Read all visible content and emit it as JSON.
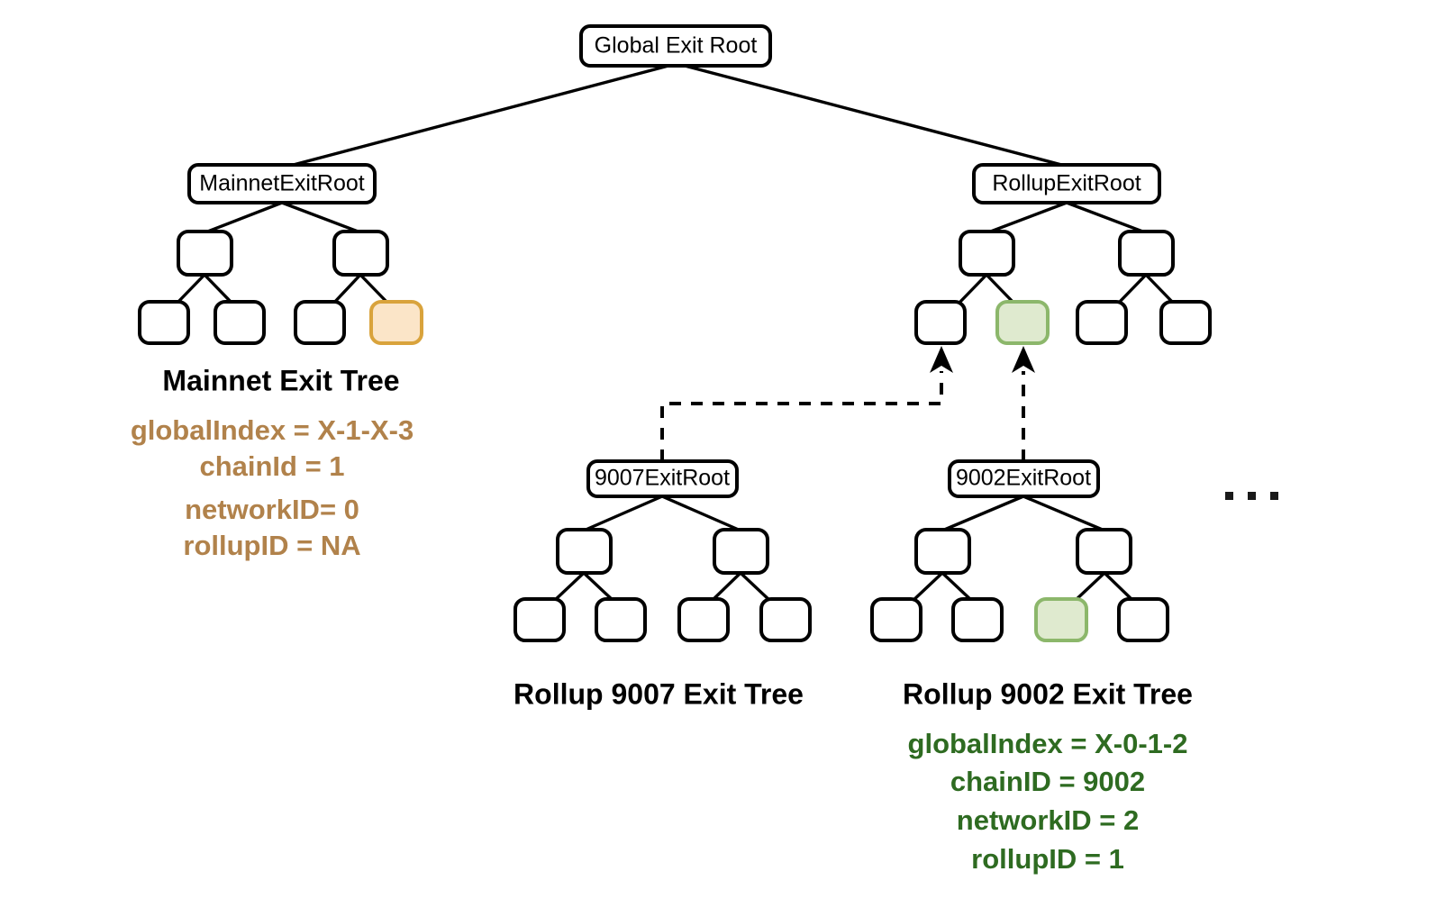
{
  "diagram": {
    "title_nodes": {
      "global_exit_root": "Global Exit Root",
      "mainnet_exit_root": "MainnetExitRoot",
      "rollup_exit_root": "RollupExitRoot",
      "rollup_9007_exit_root": "9007ExitRoot",
      "rollup_9002_exit_root": "9002ExitRoot"
    },
    "tree_titles": {
      "mainnet": "Mainnet Exit Tree",
      "rollup_9007": "Rollup 9007 Exit Tree",
      "rollup_9002": "Rollup 9002 Exit Tree"
    },
    "mainnet_meta": {
      "line1": "globalIndex = X-1-X-3",
      "line2": "chainId = 1",
      "line3": "networkID= 0",
      "line4": "rollupID = NA"
    },
    "rollup_9002_meta": {
      "line1": "globalIndex = X-0-1-2",
      "line2": "chainID = 9002",
      "line3": "networkID = 2",
      "line4": "rollupID = 1"
    },
    "ellipsis": "· · ·",
    "colors": {
      "highlight_orange_fill": "#fbe5c8",
      "highlight_orange_stroke": "#d9a33c",
      "highlight_green_fill": "#dfeacf",
      "highlight_green_stroke": "#8cb76b",
      "node_stroke": "#000000",
      "node_fill": "#ffffff",
      "mainnet_meta_text": "#b1824b",
      "rollup_meta_text": "#2e6b21",
      "background": "#ffffff"
    },
    "structure": {
      "mainnet_tree": {
        "root": "MainnetExitRoot",
        "level2_count": 2,
        "leaves_count": 4,
        "highlighted_leaf_index": 3,
        "highlight_color": "orange"
      },
      "rollup_tree": {
        "root": "RollupExitRoot",
        "level2_count": 2,
        "leaves_count": 4,
        "highlighted_leaf_index": 1,
        "highlight_color": "green"
      },
      "rollup_9007_tree": {
        "root": "9007ExitRoot",
        "level2_count": 2,
        "leaves_count": 4,
        "highlighted_leaf_index": null
      },
      "rollup_9002_tree": {
        "root": "9002ExitRoot",
        "level2_count": 2,
        "leaves_count": 4,
        "highlighted_leaf_index": 2,
        "highlight_color": "green"
      }
    },
    "links": [
      {
        "from": "9007ExitRoot",
        "to": "rollup-leaf-0",
        "style": "dashed-arrow"
      },
      {
        "from": "9002ExitRoot",
        "to": "rollup-leaf-1",
        "style": "dashed-arrow"
      }
    ]
  }
}
